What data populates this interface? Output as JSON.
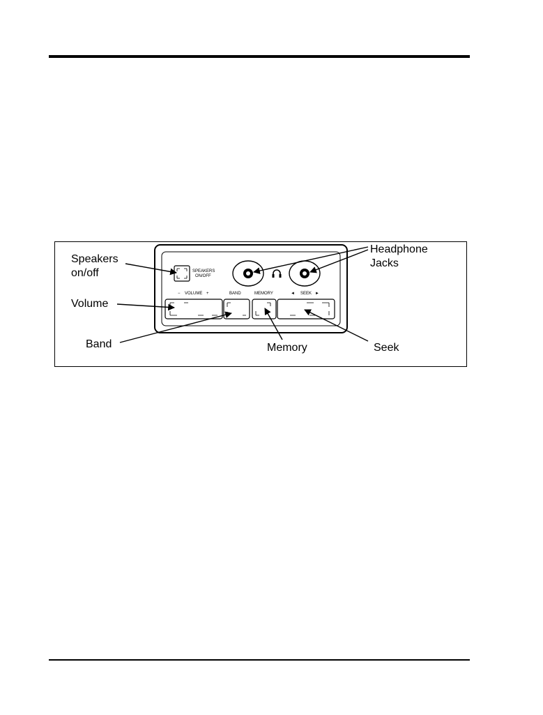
{
  "panel": {
    "speakers_label_line1": "SPEAKERS",
    "speakers_label_line2": "ON/OFF",
    "volume_minus": "−",
    "volume_label": "VOLUME",
    "volume_plus": "+",
    "band_label": "BAND",
    "memory_label": "MEMORY",
    "seek_left": "◄",
    "seek_label": "SEEK",
    "seek_right": "►"
  },
  "callouts": {
    "speakers_line1": "Speakers",
    "speakers_line2": "on/off",
    "volume": "Volume",
    "band": "Band",
    "memory": "Memory",
    "seek": "Seek",
    "headphone_line1": "Headphone",
    "headphone_line2": "Jacks"
  },
  "icons": {
    "headphone": "headphone-icon"
  }
}
